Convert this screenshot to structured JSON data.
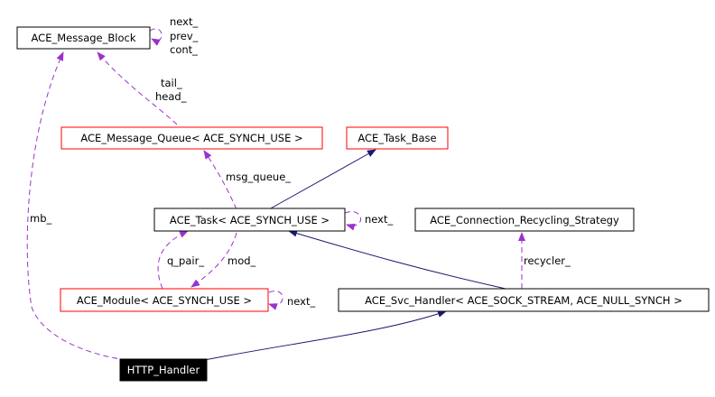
{
  "nodes": {
    "message_block": "ACE_Message_Block",
    "message_queue": "ACE_Message_Queue< ACE_SYNCH_USE >",
    "task_base": "ACE_Task_Base",
    "task": "ACE_Task< ACE_SYNCH_USE >",
    "recycling_strategy": "ACE_Connection_Recycling_Strategy",
    "module": "ACE_Module< ACE_SYNCH_USE >",
    "svc_handler": "ACE_Svc_Handler< ACE_SOCK_STREAM, ACE_NULL_SYNCH >",
    "http_handler": "HTTP_Handler"
  },
  "edge_labels": {
    "mb_self_next": "next_",
    "mb_self_prev": "prev_",
    "mb_self_cont": "cont_",
    "mq_tail": "tail_",
    "mq_head": "head_",
    "task_msg_queue": "msg_queue_",
    "task_self_next": "next_",
    "module_q_pair": "q_pair_",
    "task_mod": "mod_",
    "module_self_next": "next_",
    "svc_recycler": "recycler_",
    "http_mb": "mb_"
  },
  "colors": {
    "inheritance_edge": "#191970",
    "usage_edge": "#9a32cd",
    "undocumented_border": "#ff0000",
    "documented_border": "#000000",
    "highlight_fill": "#000000"
  }
}
